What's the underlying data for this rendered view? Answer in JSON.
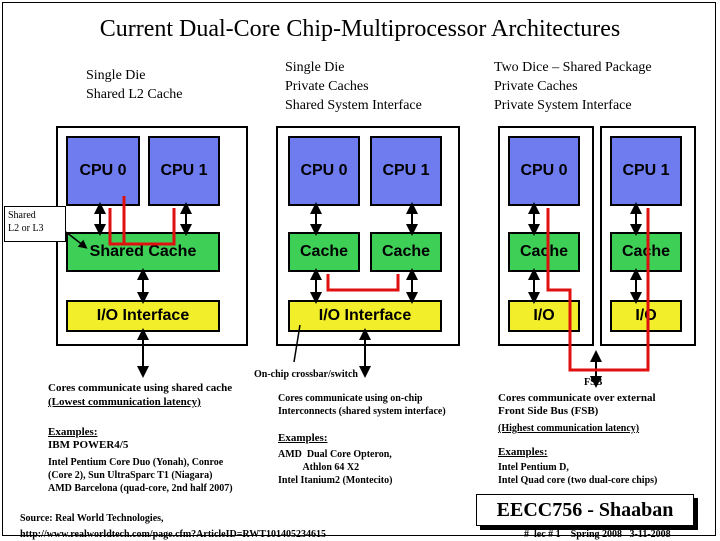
{
  "title": "Current Dual-Core Chip-Multiprocessor Architectures",
  "architectures": [
    {
      "caption": "Single Die\nShared L2 Cache",
      "cpu0": "CPU 0",
      "cpu1": "CPU 1",
      "cache": "Shared Cache",
      "io": "I/O Interface"
    },
    {
      "caption": "Single Die\nPrivate Caches\nShared System Interface",
      "cpu0": "CPU 0",
      "cpu1": "CPU 1",
      "cache0": "Cache",
      "cache1": "Cache",
      "io": "I/O Interface"
    },
    {
      "caption": "Two Dice – Shared Package\nPrivate Caches\nPrivate System Interface",
      "cpu0": "CPU 0",
      "cpu1": "CPU 1",
      "cache0": "Cache",
      "cache1": "Cache",
      "io0": "I/O",
      "io1": "I/O"
    }
  ],
  "shared_label": "Shared\nL2 or L3",
  "crossbar_label": "On-chip crossbar/switch",
  "fsb_label": "FSB",
  "col1": {
    "comm": "Cores communicate using shared cache",
    "latency": "(Lowest communication latency)",
    "examples_head": "Examples:",
    "example_main": "IBM POWER4/5",
    "examples_rest": "Intel Pentium Core Duo (Yonah), Conroe\n(Core 2), Sun UltraSparc T1 (Niagara)\nAMD Barcelona (quad-core, 2nd half 2007)"
  },
  "col2": {
    "comm": "Cores communicate using on-chip\nInterconnects (shared system interface)",
    "examples_head": "Examples:",
    "examples": "AMD  Dual Core Opteron,\n          Athlon 64 X2\nIntel Itanium2 (Montecito)"
  },
  "col3": {
    "comm": "Cores communicate over external\nFront Side Bus (FSB)",
    "latency": "(Highest communication latency)",
    "examples_head": "Examples:",
    "examples": "Intel Pentium D,\nIntel Quad core (two dual-core chips)"
  },
  "source_line1": "Source: Real World Technologies,",
  "source_line2": "http://www.realworldtech.com/page.cfm?ArticleID=RWT101405234615",
  "badge": "EECC756 - Shaaban",
  "footer": "#  lec # 1    Spring 2008   3-11-2008",
  "colors": {
    "cpu": "#6f7cf0",
    "cache": "#3ecf56",
    "io": "#f2ef2a",
    "link": "#e01010"
  }
}
